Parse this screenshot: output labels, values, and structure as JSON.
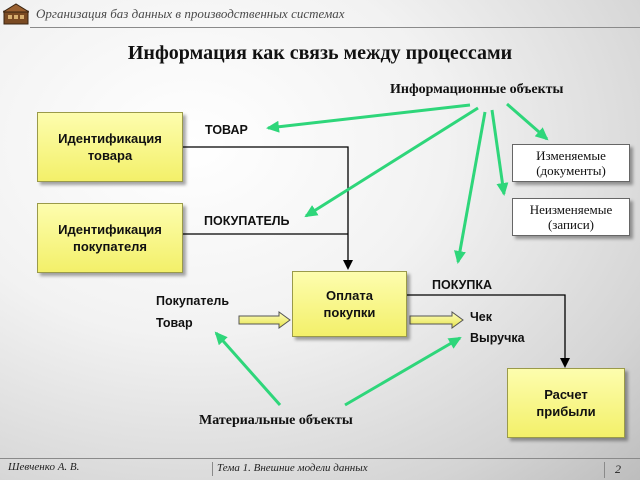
{
  "header": {
    "text": "Организация баз данных в производственных системах"
  },
  "title": "Информация как связь между процессами",
  "labels": {
    "info_objects": "Информационные объекты",
    "material_objects": "Материальные объекты",
    "tovar": "ТОВАР",
    "pokupatel": "ПОКУПАТЕЛЬ",
    "pokupka": "ПОКУПКА",
    "in_pokupatel": "Покупатель",
    "in_tovar": "Товар",
    "out_chek": "Чек",
    "out_vyruchka": "Выручка"
  },
  "boxes": {
    "ident_tovar": [
      "Идентификация",
      "товара"
    ],
    "ident_pokupatel": [
      "Идентификация",
      "покупателя"
    ],
    "oplata": [
      "Оплата",
      "покупки"
    ],
    "raschet": [
      "Расчет",
      "прибыли"
    ],
    "izmenyaemye": [
      "Изменяемые",
      "(документы)"
    ],
    "neizmenyaemye": [
      "Неизменяемые",
      "(записи)"
    ]
  },
  "footer": {
    "author": "Шевченко А. В.",
    "topic": "Тема 1. Внешние модели данных",
    "page": "2"
  },
  "colors": {
    "arrow": "#2ed67a",
    "box_fill": "#f7f48a",
    "line": "#000000"
  }
}
